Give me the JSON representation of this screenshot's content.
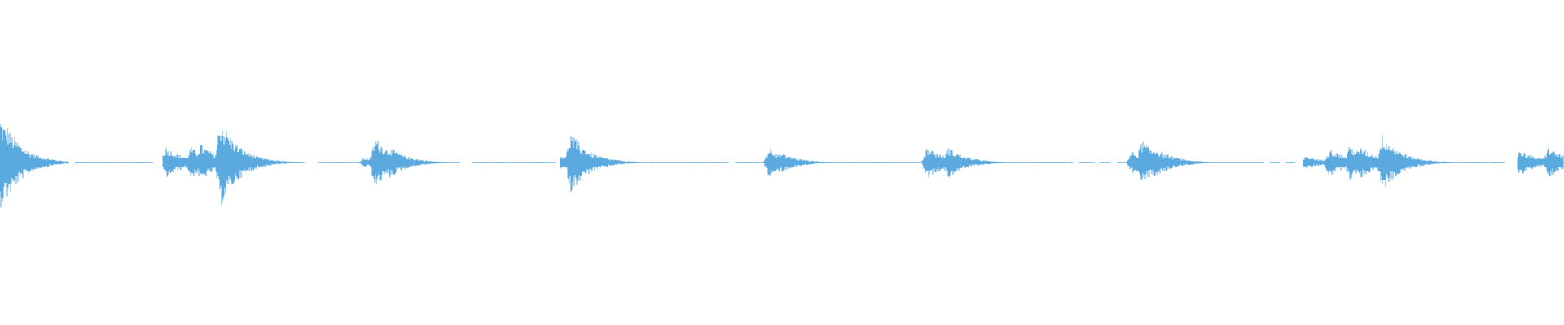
{
  "waveform": {
    "color": "#5aaae0",
    "background": "#ffffff",
    "peaks": [
      {
        "t": 0.0,
        "amp": 0.29
      },
      {
        "t": 0.004,
        "amp": 0.24
      },
      {
        "t": 0.106,
        "amp": 0.1
      },
      {
        "t": 0.122,
        "amp": 0.1
      },
      {
        "t": 0.128,
        "amp": 0.12
      },
      {
        "t": 0.141,
        "amp": 0.28
      },
      {
        "t": 0.145,
        "amp": 0.18
      },
      {
        "t": 0.233,
        "amp": 0.03
      },
      {
        "t": 0.24,
        "amp": 0.16
      },
      {
        "t": 0.249,
        "amp": 0.1
      },
      {
        "t": 0.359,
        "amp": 0.05
      },
      {
        "t": 0.365,
        "amp": 0.19
      },
      {
        "t": 0.37,
        "amp": 0.12
      },
      {
        "t": 0.492,
        "amp": 0.1
      },
      {
        "t": 0.5,
        "amp": 0.06
      },
      {
        "t": 0.593,
        "amp": 0.1
      },
      {
        "t": 0.606,
        "amp": 0.1
      },
      {
        "t": 0.724,
        "amp": 0.07
      },
      {
        "t": 0.73,
        "amp": 0.14
      },
      {
        "t": 0.738,
        "amp": 0.1
      },
      {
        "t": 0.835,
        "amp": 0.04
      },
      {
        "t": 0.85,
        "amp": 0.09
      },
      {
        "t": 0.863,
        "amp": 0.11
      },
      {
        "t": 0.87,
        "amp": 0.1
      },
      {
        "t": 0.884,
        "amp": 0.18
      },
      {
        "t": 0.889,
        "amp": 0.1
      },
      {
        "t": 0.972,
        "amp": 0.08
      },
      {
        "t": 0.99,
        "amp": 0.1
      }
    ],
    "silence_gaps": [
      [
        0.044,
        0.048
      ],
      [
        0.098,
        0.104
      ],
      [
        0.195,
        0.203
      ],
      [
        0.294,
        0.302
      ],
      [
        0.355,
        0.358
      ],
      [
        0.466,
        0.47
      ],
      [
        0.686,
        0.69
      ],
      [
        0.7,
        0.703
      ],
      [
        0.71,
        0.714
      ],
      [
        0.808,
        0.812
      ],
      [
        0.818,
        0.822
      ],
      [
        0.828,
        0.833
      ],
      [
        0.962,
        0.97
      ]
    ]
  }
}
